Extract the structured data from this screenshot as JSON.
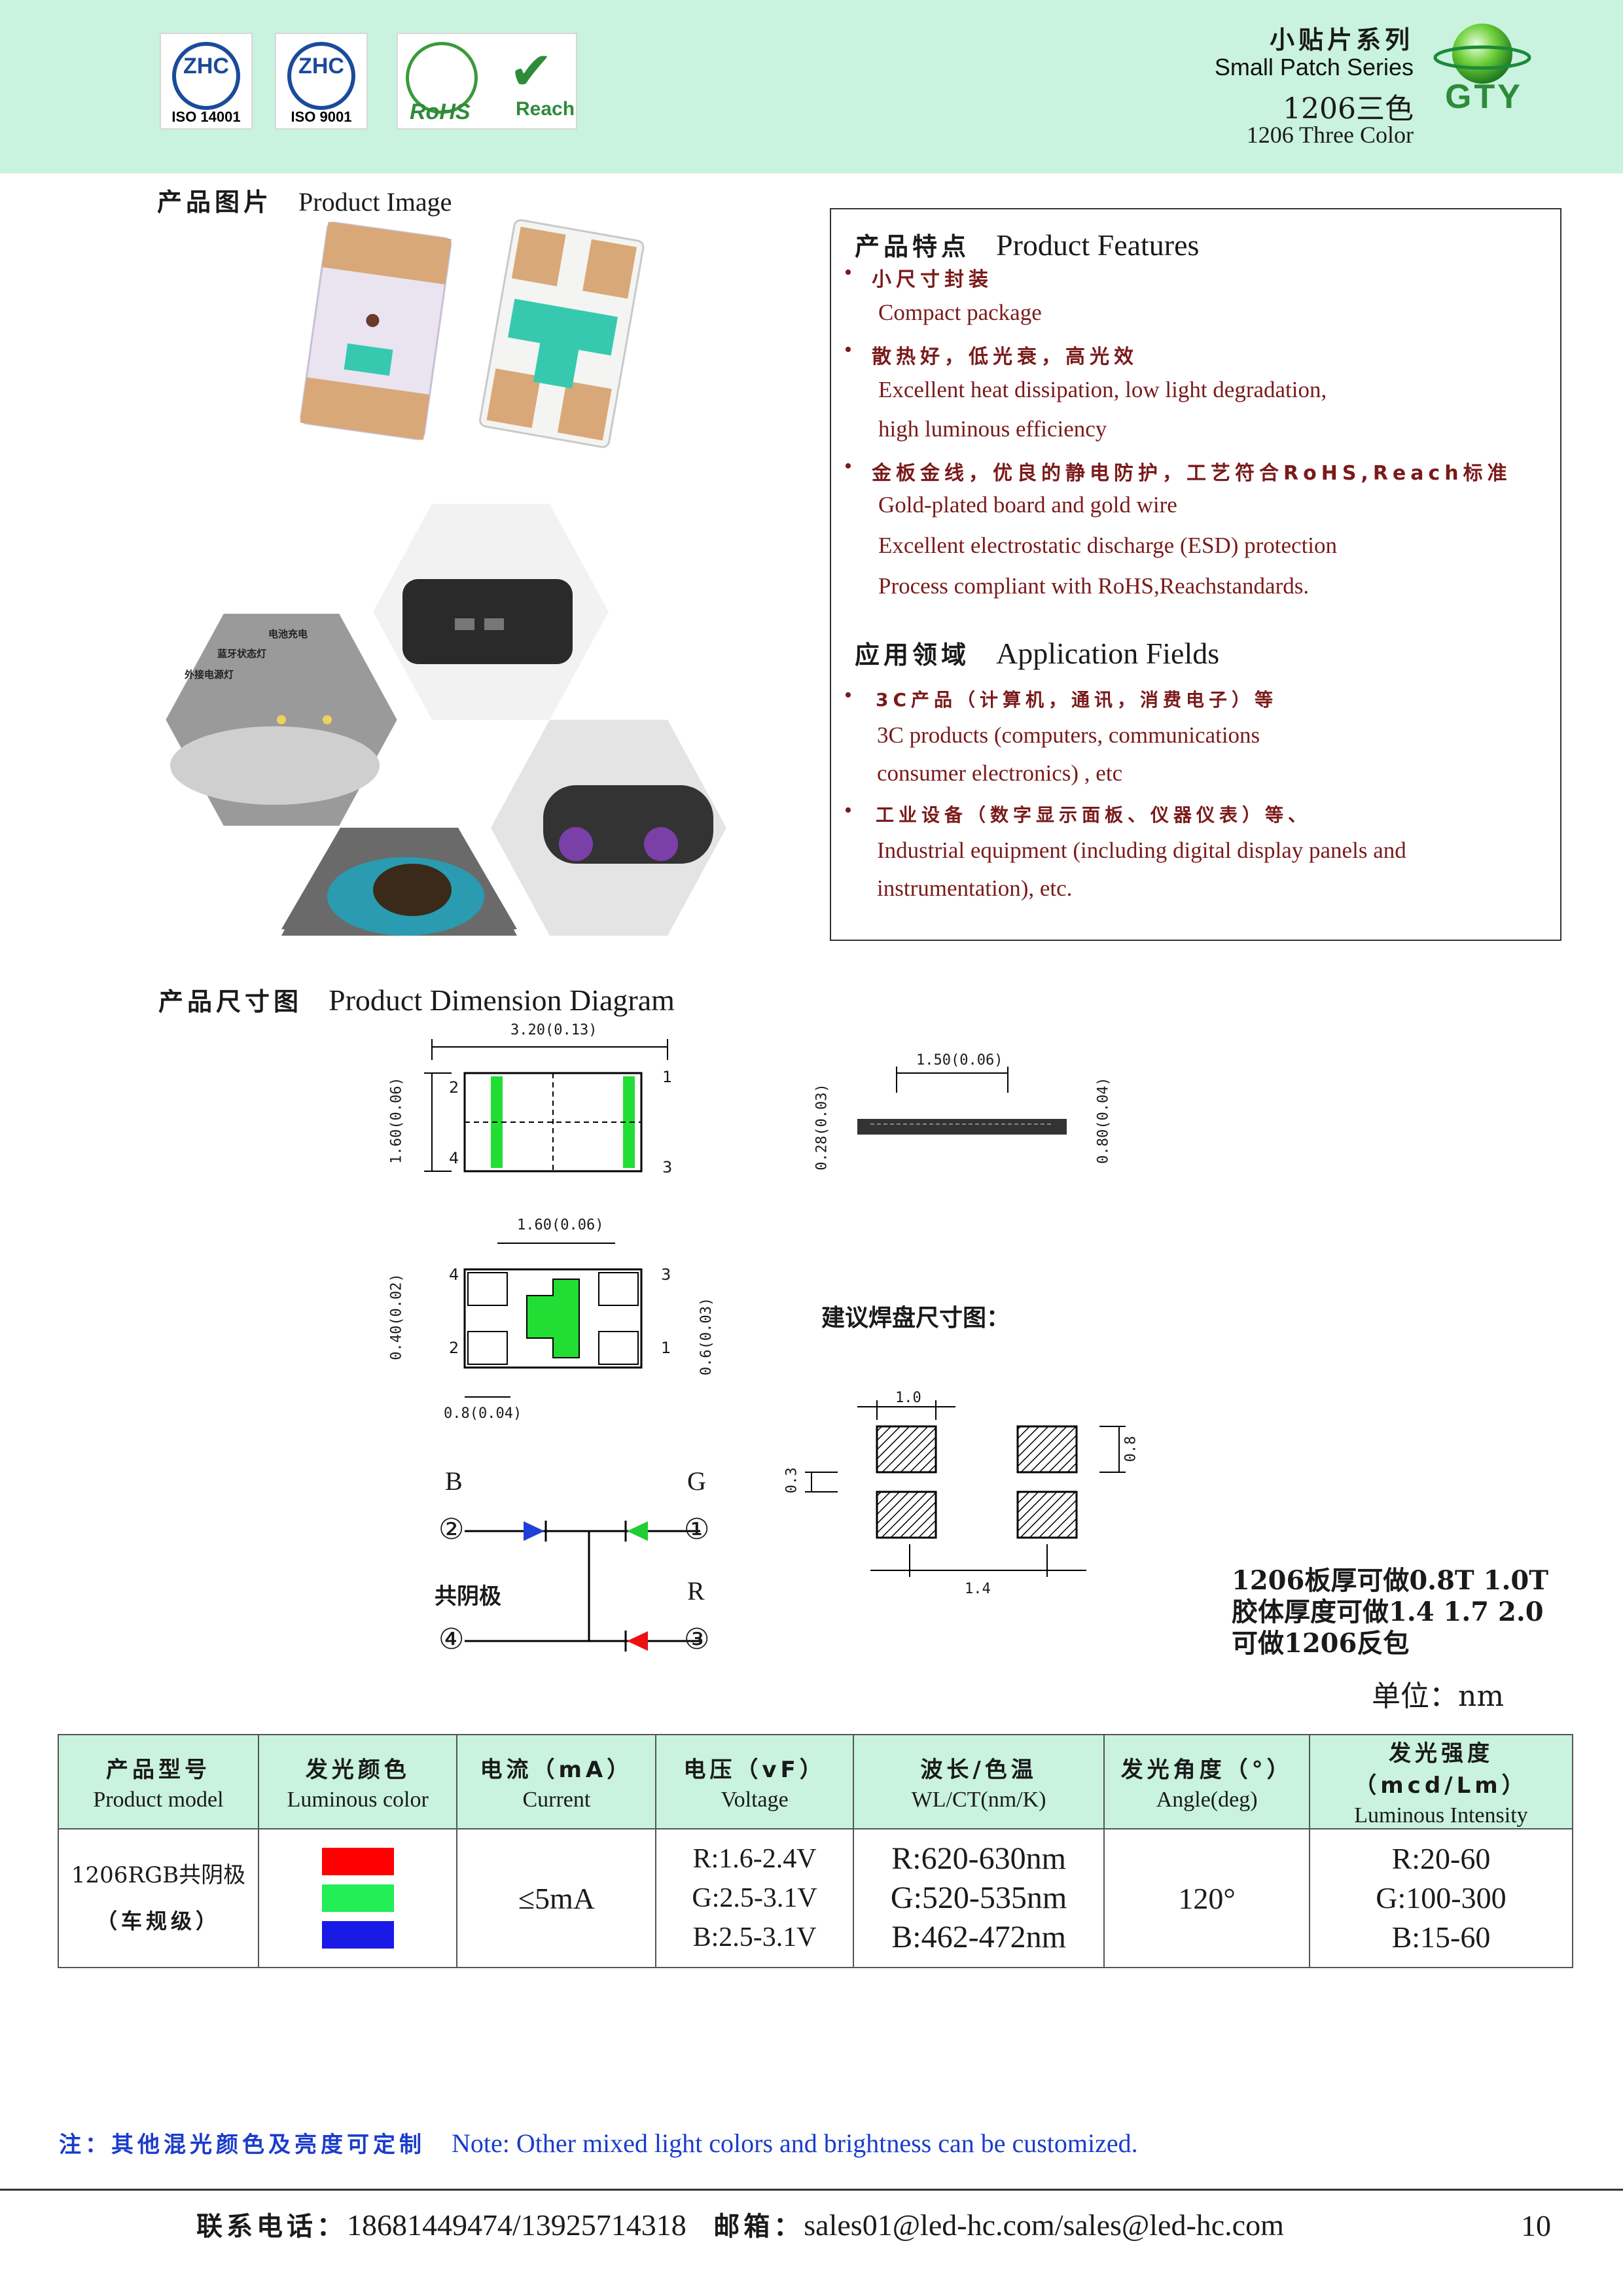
{
  "header": {
    "certs": [
      {
        "mark": "ZHC",
        "label": "ISO 14001"
      },
      {
        "mark": "ZHC",
        "label": "ISO 9001"
      },
      {
        "mark": "RoHS",
        "label": "RoHS"
      },
      {
        "mark": "✔",
        "label": "Reach"
      }
    ],
    "series_cn": "小贴片系列",
    "series_en": "Small Patch Series",
    "model_cn": "1206三色",
    "model_en": "1206 Three Color",
    "brand": "GTY",
    "colors": {
      "band": "#c9f2df",
      "brand_green": "#2e8b3a",
      "brand_blue": "#1b4b9a"
    }
  },
  "product_image": {
    "title_cn": "产品图片",
    "title_en": "Product Image",
    "callouts": [
      "电池充电",
      "蓝牙状态灯",
      "外接电源灯"
    ]
  },
  "features": {
    "title_cn": "产品特点",
    "title_en": "Product Features",
    "items": [
      {
        "cn": "小尺寸封装",
        "en": [
          "Compact package"
        ]
      },
      {
        "cn": "散热好，低光衰，高光效",
        "en": [
          "Excellent heat dissipation, low light degradation,",
          "high luminous efficiency"
        ]
      },
      {
        "cn": "金板金线，优良的静电防护，工艺符合RoHS,Reach标准",
        "en": [
          "Gold-plated board and gold wire",
          "Excellent electrostatic discharge (ESD) protection",
          "Process compliant with RoHS,Reachstandards."
        ]
      }
    ]
  },
  "applications": {
    "title_cn": "应用领域",
    "title_en": "Application Fields",
    "items": [
      {
        "cn": "3C产品（计算机，通讯，消费电子）等",
        "en": [
          "3C products (computers, communications",
          "consumer electronics) , etc"
        ]
      },
      {
        "cn": "工业设备（数字显示面板、仪器仪表）等、",
        "en": [
          "Industrial equipment (including digital display panels and",
          "instrumentation), etc."
        ]
      }
    ]
  },
  "dimension": {
    "title_cn": "产品尺寸图",
    "title_en": "Product Dimension Diagram",
    "labels": {
      "top_len": "3.20(0.13)",
      "top_h": "1.60(0.06)",
      "side_len": "1.50(0.06)",
      "side_a": "0.28(0.03)",
      "side_b": "0.80(0.04)",
      "bot_len": "1.60(0.06)",
      "bot_h": "0.40(0.02)",
      "bot_r": "0.6(0.03)",
      "bot_w": "0.8(0.04)",
      "pad_title": "建议焊盘尺寸图：",
      "pad_w": "1.0",
      "pad_gap": "0.3",
      "pad_h": "0.8",
      "pad_span": "1.4",
      "pins": [
        "1",
        "2",
        "3",
        "4"
      ],
      "led_b": "B",
      "led_g": "G",
      "led_r": "R",
      "common": "共阴极",
      "circ": [
        "②",
        "①",
        "④",
        "③"
      ]
    },
    "notes": [
      "1206板厚可做0.8T 1.0T",
      "胶体厚度可做1.4 1.7 2.0",
      "可做1206反包"
    ],
    "unit": "单位：nm"
  },
  "table": {
    "headers": [
      {
        "cn": "产品型号",
        "en": "Product model"
      },
      {
        "cn": "发光颜色",
        "en": "Luminous color"
      },
      {
        "cn": "电流（mA）",
        "en": "Current"
      },
      {
        "cn": "电压（vF）",
        "en": "Voltage"
      },
      {
        "cn": "波长/色温",
        "en": "WL/CT(nm/K)"
      },
      {
        "cn": "发光角度（°）",
        "en": "Angle(deg)"
      },
      {
        "cn": "发光强度（mcd/Lm）",
        "en": "Luminous Intensity"
      }
    ],
    "row": {
      "model": "1206RGB共阴极",
      "model_note": "（车规级）",
      "swatch_colors": [
        "#ff0000",
        "#22ee55",
        "#1a1ae6"
      ],
      "current": "≤5mA",
      "voltage": [
        "R:1.6-2.4V",
        "G:2.5-3.1V",
        "B:2.5-3.1V"
      ],
      "wavelength": [
        "R:620-630nm",
        "G:520-535nm",
        "B:462-472nm"
      ],
      "angle": "120°",
      "intensity": [
        "R:20-60",
        "G:100-300",
        "B:15-60"
      ]
    }
  },
  "footer": {
    "note_cn": "注：其他混光颜色及亮度可定制",
    "note_en": "Note: Other mixed light colors and brightness can be customized.",
    "contact_label": "联系电话：",
    "phones": "18681449474/13925714318",
    "email_label": "邮箱：",
    "emails": "sales01@led-hc.com/sales@led-hc.com",
    "page": "10"
  }
}
